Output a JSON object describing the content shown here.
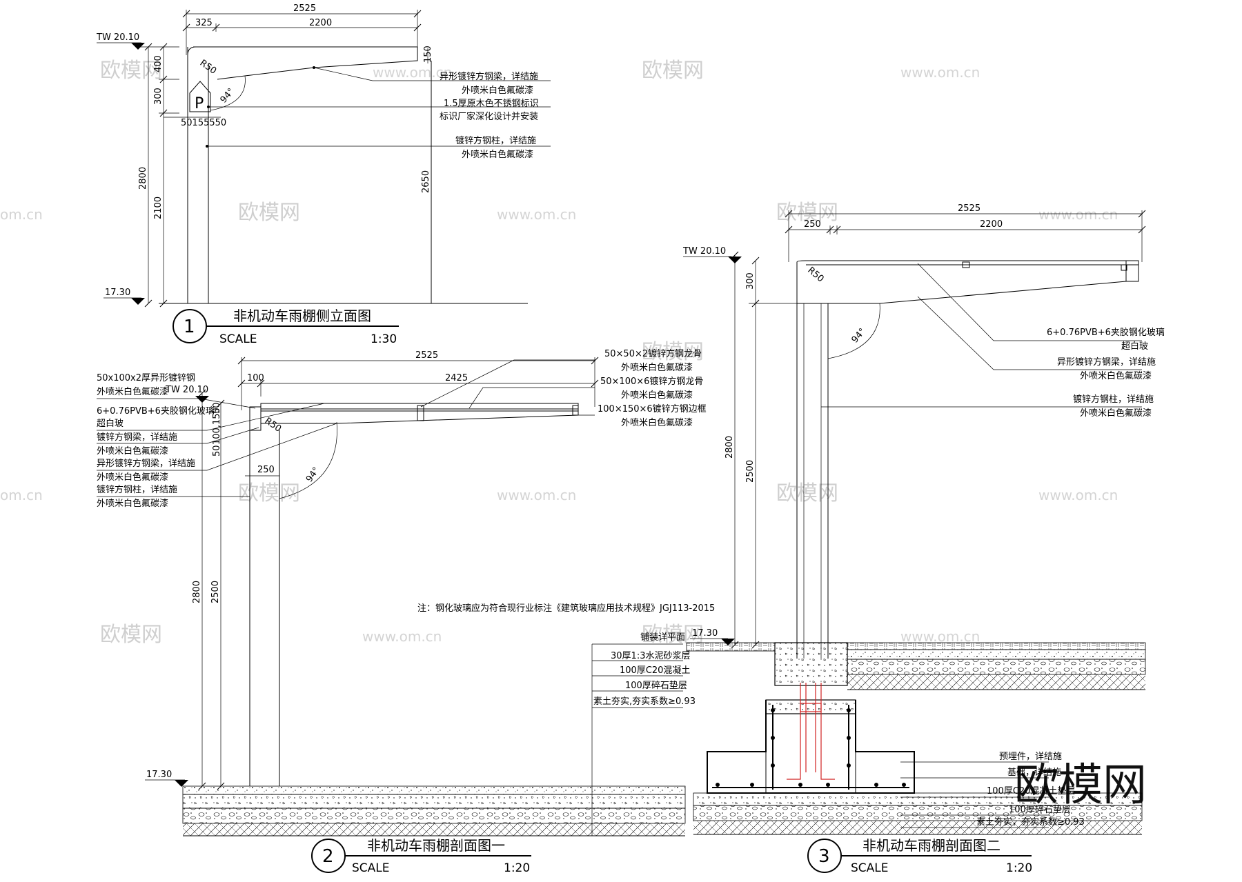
{
  "watermark": {
    "brand": "欧模网",
    "url": "www.om.cn",
    "url_partial": "om.cn"
  },
  "drawing1": {
    "number": "1",
    "title": "非机动车雨棚侧立面图",
    "scale_label": "SCALE",
    "scale": "1:30",
    "dims": {
      "total_w": "2525",
      "left_w": "325",
      "right_w": "2200",
      "end_h": "150",
      "radius": "R50",
      "angle": "94°",
      "h400": "400",
      "h300": "300",
      "h2800": "2800",
      "h2100": "2100",
      "h2650": "2650",
      "bottom_dims": "50155550"
    },
    "levels": {
      "top": "TW 20.10",
      "ground": "17.30"
    },
    "sign": "P",
    "notes": [
      "异形镀锌方钢梁，详结施",
      "外喷米白色氟碳漆",
      "1.5厚原木色不锈钢标识",
      "标识厂家深化设计并安装",
      "镀锌方钢柱，详结施",
      "外喷米白色氟碳漆"
    ]
  },
  "drawing2": {
    "number": "2",
    "title": "非机动车雨棚剖面图一",
    "scale_label": "SCALE",
    "scale": "1:20",
    "dims": {
      "total_w": "2525",
      "left_w": "100",
      "right_w": "2425",
      "radius": "R50",
      "angle": "94°",
      "w250": "250",
      "h50": "50",
      "h100_150": "100,150",
      "h50b": "50",
      "h2800": "2800",
      "h2500": "2500"
    },
    "levels": {
      "top": "TW 20.10",
      "ground": "17.30"
    },
    "notes_left": [
      "50x100x2厚异形镀锌钢",
      "外喷米白色氟碳漆",
      "6+0.76PVB+6夹胶钢化玻璃",
      "超白玻",
      "镀锌方钢梁，详结施",
      "外喷米白色氟碳漆",
      "异形镀锌方钢梁，详结施",
      "外喷米白色氟碳漆",
      "镀锌方钢柱，详结施",
      "外喷米白色氟碳漆"
    ],
    "notes_right": [
      "50×50×2镀锌方钢龙骨",
      "外喷米白色氟碳漆",
      "50×100×6镀锌方钢龙骨",
      "外喷米白色氟碳漆",
      "100×150×6镀锌方钢边框",
      "外喷米白色氟碳漆"
    ],
    "glass_note": "注：钢化玻璃应为符合现行业标注《建筑玻璃应用技术规程》JGJ113-2015"
  },
  "drawing3": {
    "number": "3",
    "title": "非机动车雨棚剖面图二",
    "scale_label": "SCALE",
    "scale": "1:20",
    "dims": {
      "total_w": "2525",
      "left_w": "250",
      "right_w": "2200",
      "radius": "R50",
      "angle": "94°",
      "h300": "300",
      "h2800": "2800",
      "h2500": "2500"
    },
    "levels": {
      "top": "TW 20.10",
      "ground": "17.30"
    },
    "notes_right": [
      "6+0.76PVB+6夹胶钢化玻璃",
      "超白玻",
      "异形镀锌方钢梁，详结施",
      "外喷米白色氟碳漆",
      "镀锌方钢柱，详结施",
      "外喷米白色氟碳漆"
    ],
    "layers_left": [
      "铺装详平面",
      "30厚1:3水泥砂浆层",
      "100厚C20混凝土",
      "100厚碎石垫层",
      "素土夯实,夯实系数≥0.93"
    ],
    "layers_right": [
      "预埋件，详结施",
      "基础，详结施",
      "100厚C20混凝土垫层",
      "100厚碎石垫层",
      "素土夯实，夯实系数≥0.93"
    ]
  }
}
